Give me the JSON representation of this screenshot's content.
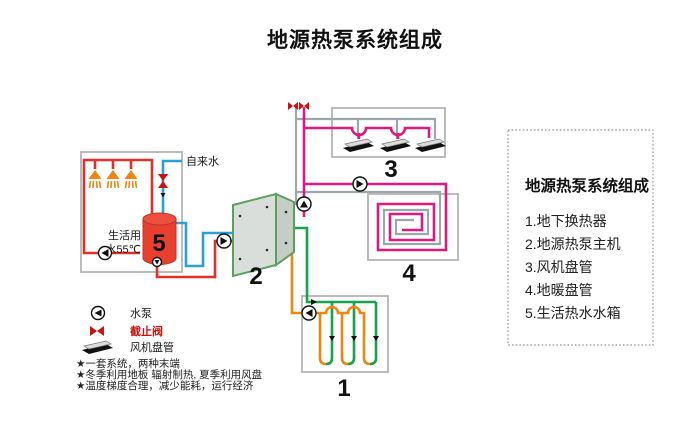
{
  "title": "地源热泵系统组成",
  "diagram": {
    "labels": {
      "n1": "1",
      "n2": "2",
      "n3": "3",
      "n4": "4",
      "n5": "5"
    },
    "tap_water_label": "自来水",
    "tank_text_line1": "生活用",
    "tank_text_line2": "水55℃"
  },
  "legend": {
    "pump_label": "水泵",
    "valve_label": "截止阀",
    "fan_coil_label": "风机盘管",
    "notes": [
      "★一套系统，两种末端",
      "★冬季利用地板 辐射制热, 夏季利用风盘",
      "★温度梯度合理，减少能耗，运行经济"
    ]
  },
  "panel": {
    "heading": "地源热泵系统组成",
    "items": [
      "1.地下换热器",
      "2.地源热泵主机",
      "3.风机盘管",
      "4.地暖盘管",
      "5.生活热水水箱"
    ]
  },
  "colors": {
    "hot_pipe": "#e0312a",
    "cold_pipe": "#2b9fd9",
    "heating_supply": "#e01980",
    "heating_return": "#9ba7ac",
    "ground_supply": "#17a24b",
    "ground_return": "#ef8512",
    "tank": "#e8402f",
    "valve": "#cc1111"
  }
}
